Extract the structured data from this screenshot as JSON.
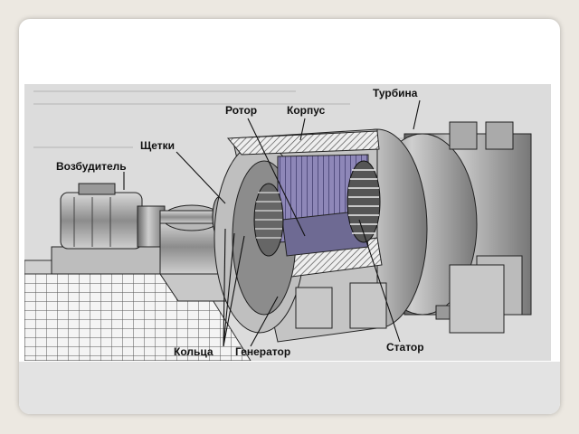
{
  "diagram": {
    "labels": {
      "turbine": "Турбина",
      "rotor": "Ротор",
      "housing": "Корпус",
      "brushes": "Щетки",
      "exciter": "Возбудитель",
      "rings": "Кольца",
      "generator": "Генератор",
      "stator": "Статор"
    }
  }
}
